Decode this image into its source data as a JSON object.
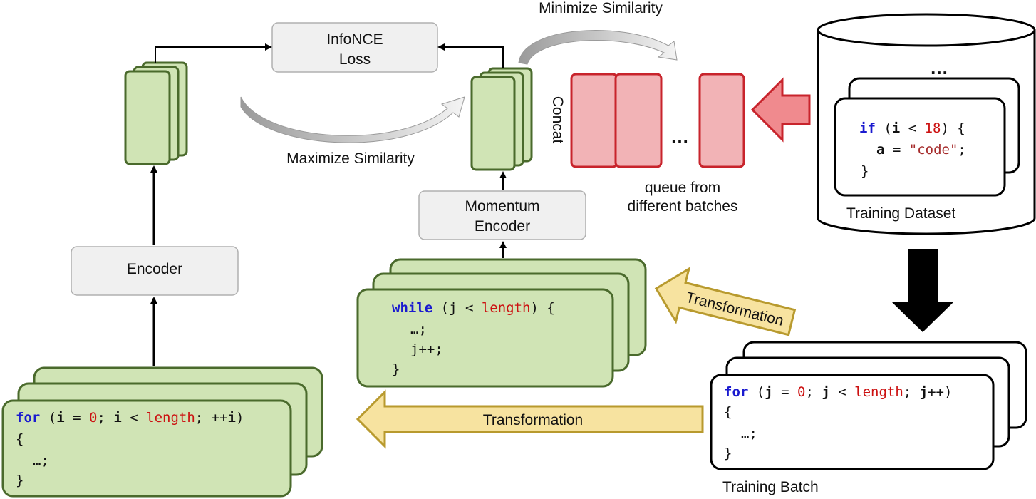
{
  "labels": {
    "infonce_line1": "InfoNCE",
    "infonce_line2": "Loss",
    "minimize": "Minimize Similarity",
    "maximize": "Maximize Similarity",
    "concat": "Concat",
    "queue_line1": "queue from",
    "queue_line2": "different batches",
    "training_dataset": "Training Dataset",
    "training_batch": "Training Batch",
    "encoder": "Encoder",
    "momentum_line1": "Momentum",
    "momentum_line2": "Encoder",
    "transformation_right": "Transformation",
    "transformation_bottom": "Transformation",
    "ellipsis": "…"
  },
  "code": {
    "dataset": {
      "l1_kw": "if",
      "l1_a": " (",
      "l1_var": "i",
      "l1_b": " < ",
      "l1_num": "18",
      "l1_c": ") {",
      "l2_var": "a",
      "l2_eq": " = ",
      "l2_str": "\"code\"",
      "l2_end": ";",
      "l3": "}"
    },
    "batch": {
      "l1_kw": "for",
      "l1_a": " (",
      "l1_j1": "j",
      "l1_b": " = ",
      "l1_zero": "0",
      "l1_c": "; ",
      "l1_j2": "j",
      "l1_d": " < ",
      "l1_len": "length",
      "l1_e": "; ",
      "l1_j3": "j",
      "l1_f": "++)",
      "l2": "{",
      "l3": "…;",
      "l4": "}"
    },
    "momentum_input": {
      "l1_kw": "while",
      "l1_a": " (j < ",
      "l1_len": "length",
      "l1_b": ") {",
      "l2": "…;",
      "l3": "j++;",
      "l4": "}"
    },
    "encoder_input": {
      "l1_kw": "for",
      "l1_a": " (",
      "l1_i1": "i",
      "l1_b": " = ",
      "l1_zero": "0",
      "l1_c": "; ",
      "l1_i2": "i",
      "l1_d": " < ",
      "l1_len": "length",
      "l1_e": "; ++",
      "l1_i3": "i",
      "l1_f": ")",
      "l2": "{",
      "l3": "…;",
      "l4": "}"
    }
  },
  "colors": {
    "green_fill": "#d0e4b5",
    "green_stroke": "#4a6a2c",
    "red_fill": "#f2b3b6",
    "red_stroke": "#c8242c",
    "yellow_fill": "#f7e3a0",
    "yellow_stroke": "#b89a2e",
    "keyword": "#1a1acf",
    "literal": "#cc1111"
  }
}
